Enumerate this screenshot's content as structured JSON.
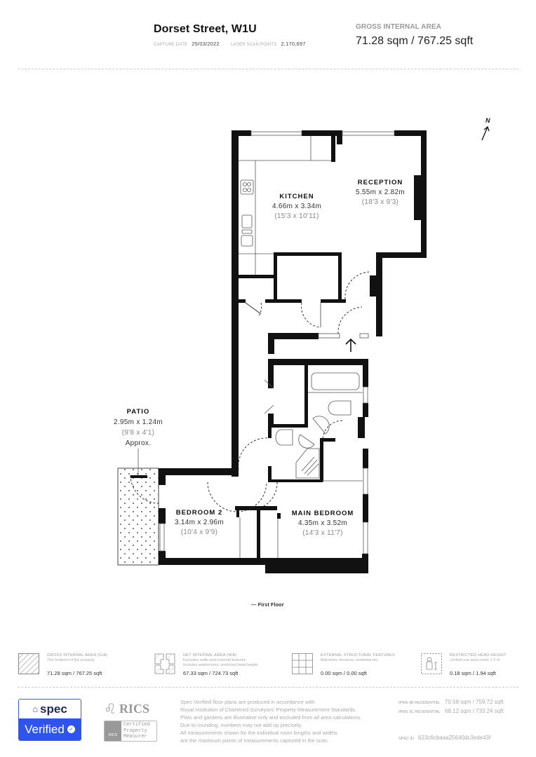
{
  "header": {
    "title": "Dorset Street, W1U",
    "capture_date_label": "CAPTURE DATE",
    "capture_date": "25/03/2022",
    "scan_points_label": "LASER SCAN POINTS",
    "scan_points": "2,170,697",
    "gia_label": "GROSS INTERNAL AREA",
    "gia_value": "71.28 sqm / 767.25 sqft"
  },
  "compass": {
    "label": "N",
    "icon": "north-arrow-icon"
  },
  "rooms": [
    {
      "id": "kitchen",
      "name": "KITCHEN",
      "metric": "4.66m x 3.34m",
      "imperial": "(15'3 x 10'11)"
    },
    {
      "id": "reception",
      "name": "RECEPTION",
      "metric": "5.55m x 2.82m",
      "imperial": "(18'3 x 9'3)"
    },
    {
      "id": "patio",
      "name": "PATIO",
      "metric": "2.95m x 1.24m",
      "imperial": "(9'8 x 4'1)",
      "note": "Approx."
    },
    {
      "id": "bedroom2",
      "name": "BEDROOM 2",
      "metric": "3.14m x 2.96m",
      "imperial": "(10'4 x 9'9)"
    },
    {
      "id": "main_bedroom",
      "name": "MAIN BEDROOM",
      "metric": "4.35m x 3.52m",
      "imperial": "(14'3 x 11'7)"
    }
  ],
  "floor_label": "— First Floor",
  "legend": [
    {
      "icon": "gia-hatch-icon",
      "title": "GROSS INTERNAL AREA (GIA)",
      "desc": [
        "The footprint of the property"
      ],
      "value": "71.28 sqm / 767.25 sqft"
    },
    {
      "icon": "nia-hatch-icon",
      "title": "NET INTERNAL AREA (NIA)",
      "desc": [
        "Excludes walls and external features",
        "Includes washrooms, restricted head height"
      ],
      "value": "67.33 sqm / 724.73 sqft"
    },
    {
      "icon": "grid-icon",
      "title": "EXTERNAL STRUCTURAL FEATURES",
      "desc": [
        "Balconies, terraces, verandas etc."
      ],
      "value": "0.00 sqm / 0.00 sqft"
    },
    {
      "icon": "person-height-icon",
      "title": "RESTRICTED HEAD HEIGHT",
      "desc": [
        "Limited use area under 1.5 m"
      ],
      "value": "0.18 sqm / 1.94 sqft"
    }
  ],
  "footer": {
    "spec_brand": "spec",
    "spec_verified": "Verified",
    "rics_brand": "RICS",
    "rics_cert": [
      "Certified",
      "Property",
      "Measurer"
    ],
    "disclaimer": [
      "Spec Verified floor plans are produced in accordance with",
      "Royal Institution of Chartered Surveyors' Property Measurement Standards.",
      "Plots and gardens are illustrative only and excluded from all area calculations.",
      "Due to rounding, numbers may not add up precisely.",
      "All measurements shown for the individual room lengths and widths",
      "are the maximum points of measurements captured in the scan."
    ],
    "ipms": [
      {
        "label": "IPMS 3B RESIDENTIAL",
        "value": "70.58 sqm / 759.72 sqft"
      },
      {
        "label": "IPMS 3C RESIDENTIAL",
        "value": "68.12 sqm / 733.24 sqft"
      }
    ],
    "spec_id_label": "SPEC ID",
    "spec_id": "623c6cbaaa25640dc3ede43f"
  },
  "colors": {
    "wall": "#111111",
    "accent": "#2f54eb",
    "muted": "#999999"
  }
}
